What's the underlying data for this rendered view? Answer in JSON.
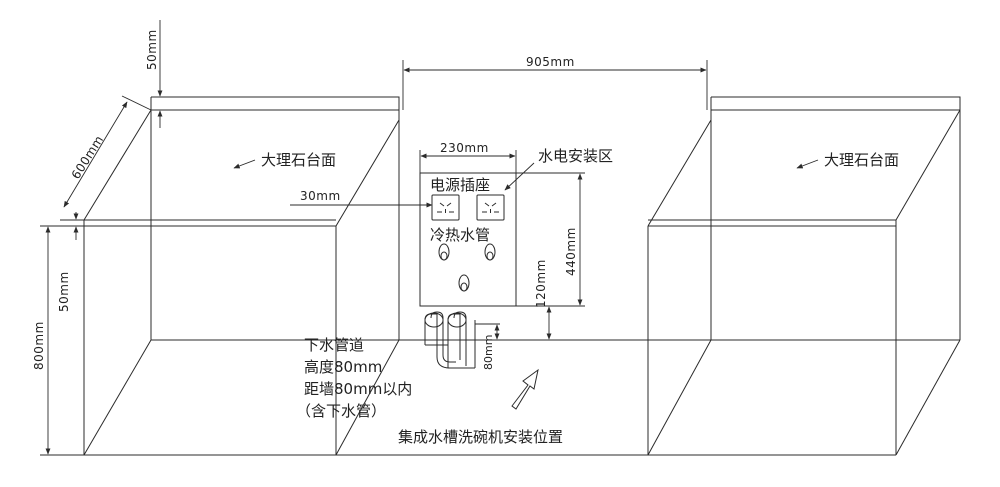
{
  "labels": {
    "countertop_left": "大理石台面",
    "countertop_right": "大理石台面",
    "utility_zone": "水电安装区",
    "power_socket": "电源插座",
    "water_pipes": "冷热水管",
    "drain_line1": "下水管道",
    "drain_line2": "高度80mm",
    "drain_line3": "距墙80mm以内",
    "drain_line4": "（含下水管）",
    "dishwasher_position": "集成水槽洗碗机安装位置"
  },
  "dimensions": {
    "gap_width": "905mm",
    "zone_width": "230mm",
    "socket_offset": "30mm",
    "zone_height": "440mm",
    "zone_bottom": "120mm",
    "drain_height": "80mm",
    "counter_depth": "600mm",
    "backsplash": "50mm",
    "counter_thickness": "50mm",
    "counter_height": "800mm"
  }
}
